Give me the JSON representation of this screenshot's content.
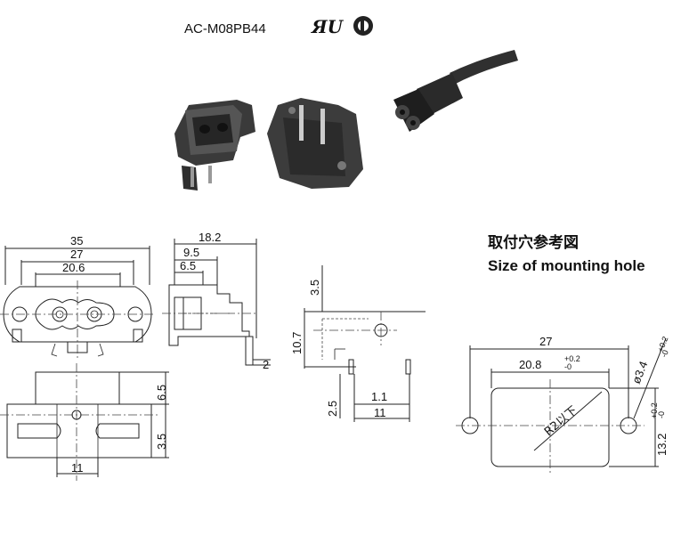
{
  "header": {
    "model": "AC-M08PB44",
    "cert_marks": [
      "ul-recognized-mark",
      "csa-mark"
    ]
  },
  "photos": {
    "socket_front": "socket-front-photo",
    "socket_back": "socket-back-photo",
    "cable_plug": "cable-plug-photo"
  },
  "front_view": {
    "dim_overall": "35",
    "dim_mount": "27",
    "dim_body": "20.6"
  },
  "side_view": {
    "dim_depth": "18.2",
    "dim_inner": "9.5",
    "dim_step": "6.5",
    "dim_pin": "2"
  },
  "bottom_view": {
    "dim_height": "6.5",
    "dim_flange": "3.5",
    "dim_width": "11"
  },
  "pcb_view": {
    "dim_top": "3.5",
    "dim_vert": "10.7",
    "dim_pin_h": "2.5",
    "dim_pin_w": "1.1",
    "dim_pitch": "11"
  },
  "mounting_hole": {
    "title_cn": "取付穴参考図",
    "title_en": "Size of mounting hole",
    "dim_width": "27",
    "dim_cutout": "20.8",
    "tol_cutout_plus": "+0.2",
    "tol_cutout_minus": "-0",
    "dim_hole": "ø3.4",
    "tol_hole_plus": "+0.2",
    "tol_hole_minus": "-0",
    "dim_height": "13.2",
    "tol_height_plus": "+0.2",
    "tol_height_minus": "-0",
    "corner_radius": "R2以下"
  }
}
